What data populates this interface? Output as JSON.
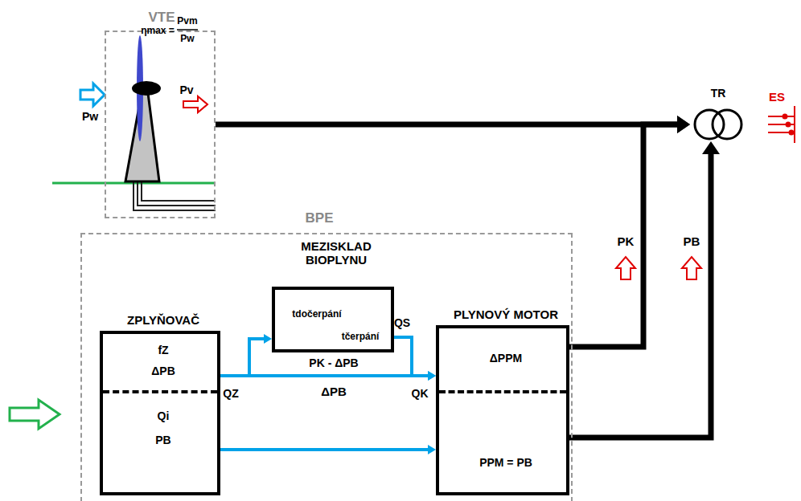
{
  "diagram": {
    "nodes": [
      {
        "text": [
          "VTE"
        ]
      },
      {
        "text": [
          "BPE"
        ]
      },
      {
        "text": [
          "ZPLYŇOVAČ",
          "fZ",
          "ΔPB",
          "Qi",
          "PB"
        ],
        "in": 1
      },
      {
        "text": [
          "MEZISKLAD BIOPLYNU",
          "tdočerpání",
          "tčerpání"
        ],
        "in": 1
      },
      {
        "text": [
          "PLYNOVÝ MOTOR",
          "ΔPPM",
          "PPM = PB"
        ],
        "in": 1
      },
      {
        "text": [
          "TR"
        ]
      }
    ],
    "edges": [
      {
        "from": 0,
        "to": 5,
        "arrow": "to"
      },
      {
        "from": 2,
        "to": 3,
        "arrow": "to"
      },
      {
        "from": 3,
        "to": 4,
        "arrow": "to"
      },
      {
        "from": 2,
        "to": 4,
        "label": "ΔPB",
        "arrow": "to"
      },
      {
        "from": 2,
        "to": 4,
        "arrow": "to"
      },
      {
        "from": 4,
        "to": 5,
        "label": "PK",
        "arrow": "to"
      },
      {
        "from": 4,
        "to": 5,
        "label": "PB",
        "arrow": "to"
      }
    ],
    "labels": [
      "ηmax =",
      "Pvm",
      "Pw",
      "Pw",
      "Pv",
      "QZ",
      "PK - ΔPB",
      "QK",
      "QS",
      "ES"
    ]
  }
}
